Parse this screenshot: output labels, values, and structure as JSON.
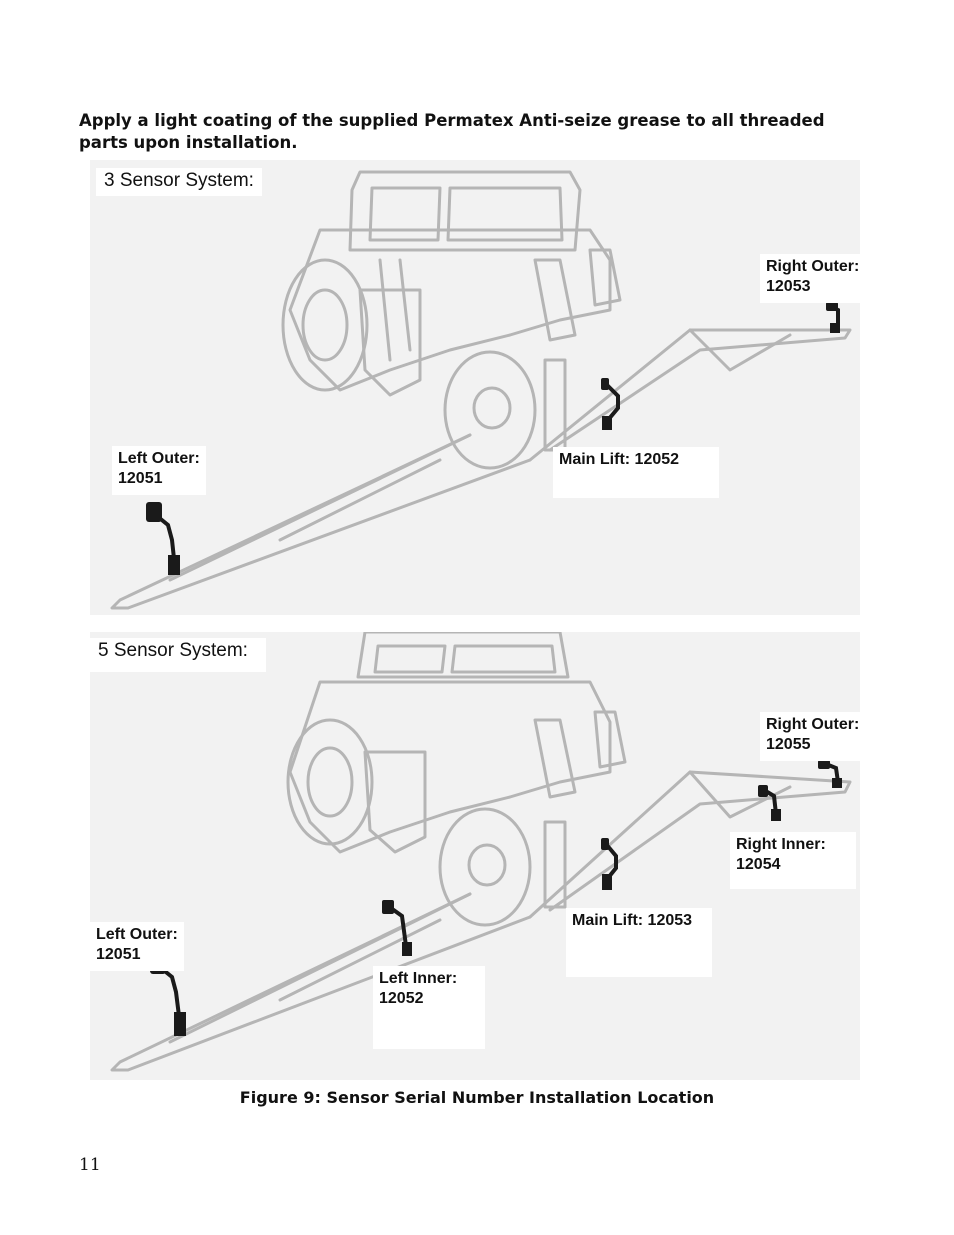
{
  "instruction": "Apply a light coating of the supplied Permatex Anti-seize grease to all threaded parts upon installation.",
  "three_sensor": {
    "title": "3 Sensor System:",
    "right_outer": {
      "name": "Right Outer:",
      "serial": "12053"
    },
    "left_outer": {
      "name": "Left Outer:",
      "serial": "12051"
    },
    "main_lift": {
      "text": "Main Lift: 12052"
    }
  },
  "five_sensor": {
    "title": "5 Sensor System:",
    "right_outer": {
      "name": "Right Outer:",
      "serial": "12055"
    },
    "right_inner": {
      "name": "Right Inner:",
      "serial": "12054"
    },
    "main_lift": {
      "text": "Main Lift: 12053"
    },
    "left_outer": {
      "name": "Left Outer:",
      "serial": "12051"
    },
    "left_inner": {
      "name": "Left Inner:",
      "serial": "12052"
    }
  },
  "caption": "Figure 9: Sensor Serial Number Installation Location",
  "page_number": "11",
  "colors": {
    "outline": "#b5b5b5",
    "background": "#f2f2f2",
    "sensor": "#1a1a1a"
  }
}
